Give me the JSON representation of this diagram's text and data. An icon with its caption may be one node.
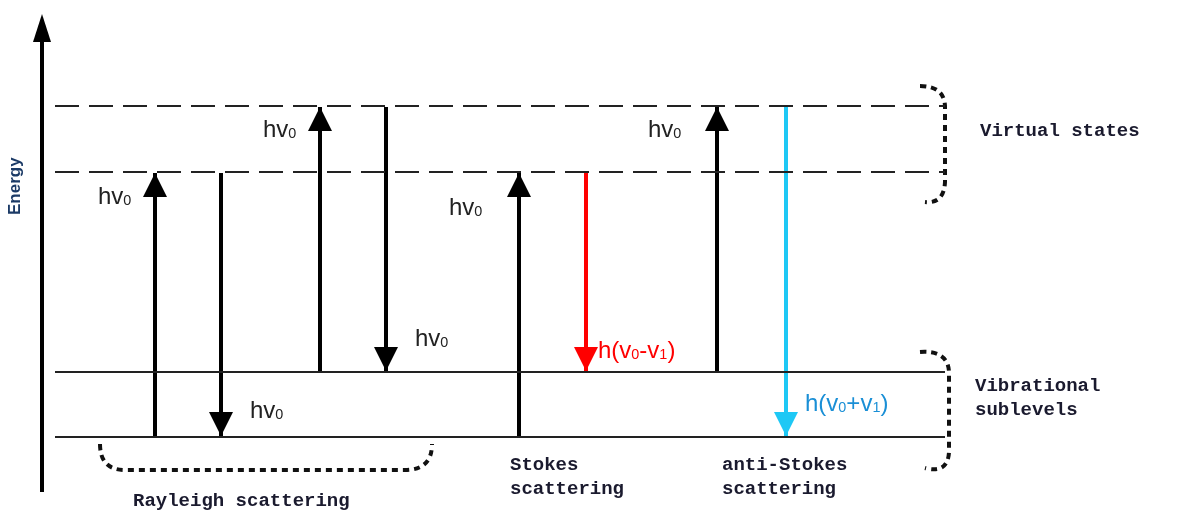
{
  "diagram": {
    "nodes": [
      {
        "text": [],
        "shape": "bar"
      },
      {
        "text": [],
        "shape": "bar"
      },
      {
        "text": [],
        "shape": "bar"
      },
      {
        "text": [],
        "shape": "bar"
      }
    ],
    "edges": [
      {
        "from": 3,
        "to": 1,
        "arrow": "to",
        "label": "hv$_{0}$"
      },
      {
        "from": 1,
        "to": 3,
        "arrow": "to",
        "label": "hv$_{0}$"
      },
      {
        "from": 2,
        "to": 0,
        "arrow": "to",
        "label": "hv$_{0}$"
      },
      {
        "from": 0,
        "to": 2,
        "arrow": "to",
        "label": "hv$_{0}$"
      },
      {
        "from": 3,
        "to": 1,
        "arrow": "to",
        "label": "hv$_{0}$"
      },
      {
        "from": 1,
        "to": 2,
        "arrow": "to",
        "label": "h(v$_{0}$-v$_{1}$)",
        "color": "#ff0000"
      },
      {
        "from": 2,
        "to": 0,
        "arrow": "to",
        "label": "hv$_{0}$"
      },
      {
        "from": 0,
        "to": 3,
        "arrow": "to",
        "label": "h(v$_{0}$+v$_{1}$)",
        "color": "#1ec8f5"
      }
    ],
    "labels": [
      "Energy",
      "Virtual states",
      "Vibrational sublevels",
      "Rayleigh scattering",
      "Stokes scattering",
      "anti-Stokes scattering"
    ]
  }
}
